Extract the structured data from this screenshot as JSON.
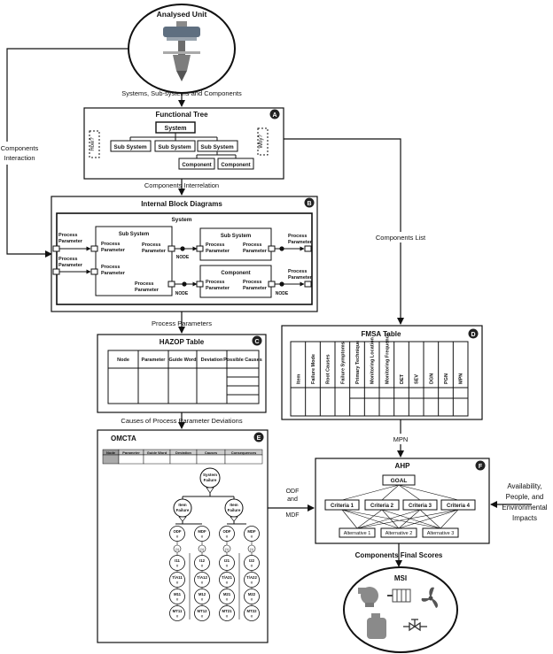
{
  "analysed_unit": {
    "title": "Analysed Unit"
  },
  "edges": {
    "systems": "Systems, Sub-systems and Components",
    "components_interaction": [
      "Components",
      "Interaction"
    ],
    "components_interrelation": "Components Interrelation",
    "components_list": "Components List",
    "process_parameters": "Process Parameters",
    "causes": "Causes of Process Parameter Deviations",
    "mpn": "MPN",
    "odf_mdf": [
      "ODF",
      "and",
      "MDF"
    ],
    "external": [
      "Availability,",
      "People, and",
      "Environmental",
      "Impacts"
    ],
    "final_scores": "Components Final Scores"
  },
  "functional_tree": {
    "title": "Functional Tree",
    "badge": "A",
    "system": "System",
    "subsystems": [
      "Sub System",
      "Sub System",
      "Sub System"
    ],
    "components": [
      "Component",
      "Component"
    ],
    "how": "How?",
    "why": "Why?"
  },
  "ibd": {
    "title": "Internal Block Diagrams",
    "badge": "B",
    "system": "System",
    "sub_system": "Sub System",
    "component": "Component",
    "node": "NODE",
    "process": "Process",
    "parameter": "Parameter"
  },
  "hazop": {
    "title": "HAZOP Table",
    "badge": "C",
    "headers": [
      "Node",
      "Parameter",
      "Guide Word",
      "Deviation",
      "Possible Causes"
    ]
  },
  "fmsa": {
    "title": "FMSA Table",
    "badge": "D",
    "headers": [
      "Item",
      "Failure Mode",
      "Root Causes",
      "Failure Symptoms",
      "Primary Technique",
      "Monitoring Location",
      "Monitoring Frequency",
      "DET",
      "SEV",
      "DGN",
      "PGN",
      "MPN"
    ]
  },
  "omcta": {
    "title": "OMCTA",
    "badge": "E",
    "headers": [
      "Node",
      "Parameter",
      "Guide Word",
      "Deviation",
      "Causes",
      "Consequences"
    ],
    "system_failure": [
      "System",
      "Failure"
    ],
    "item_failure": [
      "Item",
      "Failure"
    ],
    "level1": [
      "ODF",
      "MDF",
      "ODF",
      "MDF"
    ],
    "hash": "#",
    "gate": "(1)",
    "i_row": [
      "I11",
      "I12",
      "I21",
      "I22"
    ],
    "ta_row": [
      "T/A11",
      "T/A12",
      "T/A21",
      "T/A22"
    ],
    "m_row": [
      "M11",
      "M12",
      "M21",
      "M22"
    ],
    "mt_row": [
      "MT11",
      "MT12",
      "MT21",
      "MT22"
    ]
  },
  "ahp": {
    "title": "AHP",
    "badge": "F",
    "goal": "GOAL",
    "criteria": [
      "Criteria 1",
      "Criteria 2",
      "Criteria 3",
      "Criteria 4"
    ],
    "alternatives": [
      "Alternative 1",
      "Alternative 2",
      "Alternative 3"
    ]
  },
  "msi": {
    "title": "MSI"
  }
}
